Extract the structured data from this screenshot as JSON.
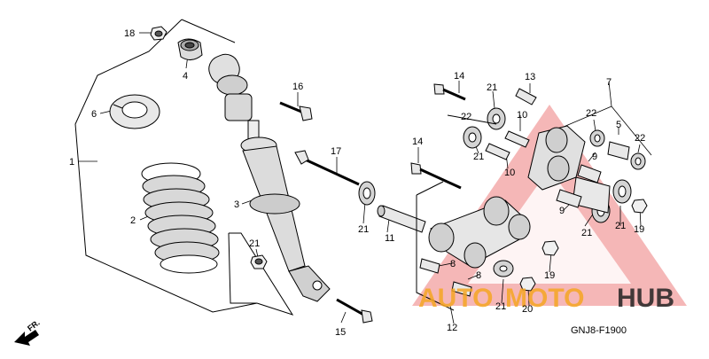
{
  "diagram": {
    "code": "GNJ8-F1900",
    "front_mark": "FR.",
    "callouts": [
      {
        "id": "c1",
        "text": "1"
      },
      {
        "id": "c2",
        "text": "2"
      },
      {
        "id": "c3",
        "text": "3"
      },
      {
        "id": "c4",
        "text": "4"
      },
      {
        "id": "c5",
        "text": "5"
      },
      {
        "id": "c6",
        "text": "6"
      },
      {
        "id": "c7",
        "text": "7"
      },
      {
        "id": "c8a",
        "text": "8"
      },
      {
        "id": "c8b",
        "text": "8"
      },
      {
        "id": "c9a",
        "text": "9"
      },
      {
        "id": "c9b",
        "text": "9"
      },
      {
        "id": "c10a",
        "text": "10"
      },
      {
        "id": "c10b",
        "text": "10"
      },
      {
        "id": "c11",
        "text": "11"
      },
      {
        "id": "c12",
        "text": "12"
      },
      {
        "id": "c13",
        "text": "13"
      },
      {
        "id": "c14a",
        "text": "14"
      },
      {
        "id": "c14b",
        "text": "14"
      },
      {
        "id": "c15",
        "text": "15"
      },
      {
        "id": "c16",
        "text": "16"
      },
      {
        "id": "c17",
        "text": "17"
      },
      {
        "id": "c18",
        "text": "18"
      },
      {
        "id": "c19a",
        "text": "19"
      },
      {
        "id": "c19b",
        "text": "19"
      },
      {
        "id": "c20",
        "text": "20"
      },
      {
        "id": "c21a",
        "text": "21"
      },
      {
        "id": "c21b",
        "text": "21"
      },
      {
        "id": "c21c",
        "text": "21"
      },
      {
        "id": "c21d",
        "text": "21"
      },
      {
        "id": "c21e",
        "text": "21"
      },
      {
        "id": "c21f",
        "text": "21"
      },
      {
        "id": "c21g",
        "text": "21"
      },
      {
        "id": "c22a",
        "text": "22"
      },
      {
        "id": "c22b",
        "text": "22"
      }
    ]
  },
  "watermark": {
    "text_auto": "AUTO",
    "text_moto": "MOTO",
    "text_hub": "HUB",
    "color_red": "#e02020",
    "color_orange": "#f5a623",
    "color_dark": "#222222"
  }
}
